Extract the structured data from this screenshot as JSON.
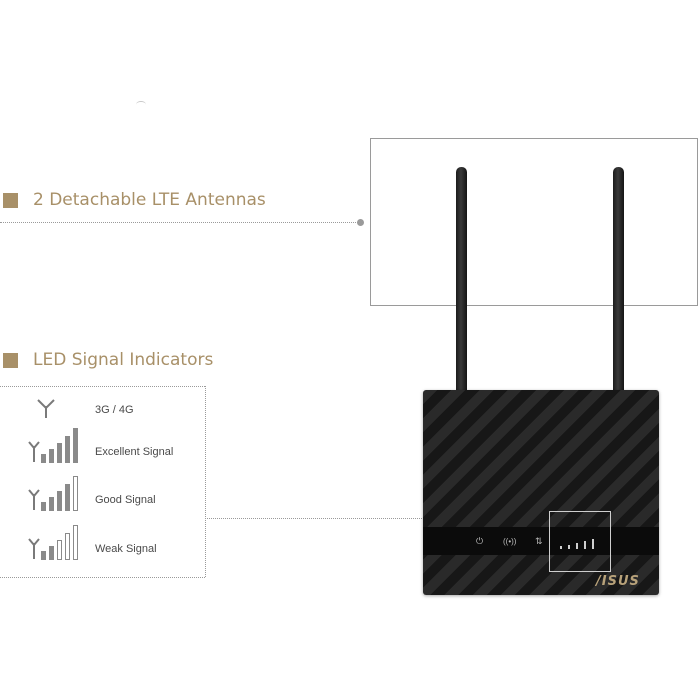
{
  "features": {
    "antennas": {
      "title": "2 Detachable LTE Antennas"
    },
    "led": {
      "title": "LED Signal Indicators"
    }
  },
  "legend": {
    "items": [
      {
        "icon": "antenna-icon",
        "label": "3G / 4G"
      },
      {
        "icon": "excellent-signal-icon",
        "label": "Excellent Signal",
        "bars_lit": 5
      },
      {
        "icon": "good-signal-icon",
        "label": "Good Signal",
        "bars_lit": 4
      },
      {
        "icon": "weak-signal-icon",
        "label": "Weak Signal",
        "bars_lit": 2
      }
    ]
  },
  "router": {
    "brand": "/ISUS",
    "led_icons": [
      "power-icon",
      "wireless-icon",
      "lte-icon",
      "signal-bars-icon"
    ]
  },
  "colors": {
    "accent": "#a89068",
    "router_body": "#1e1e1e",
    "line": "#9a9a9a"
  }
}
